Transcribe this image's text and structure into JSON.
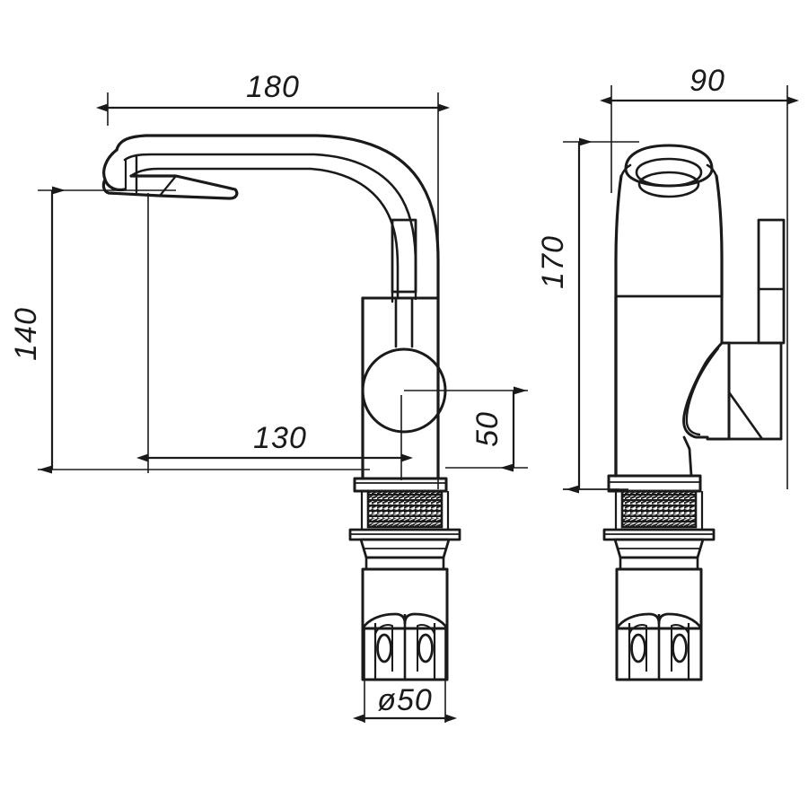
{
  "drawing": {
    "title": "Basin mixer tap technical dimension drawing",
    "background_color": "#ffffff",
    "line_color": "#1a1a1a",
    "views": [
      {
        "name": "front-view",
        "label": ""
      },
      {
        "name": "side-view",
        "label": ""
      }
    ],
    "dimensions": {
      "overall_length": "180",
      "spout_height": "140",
      "spout_reach": "130",
      "handle_offset": "50",
      "body_depth": "90",
      "overall_height": "170",
      "shank_diameter": "ø50"
    }
  }
}
